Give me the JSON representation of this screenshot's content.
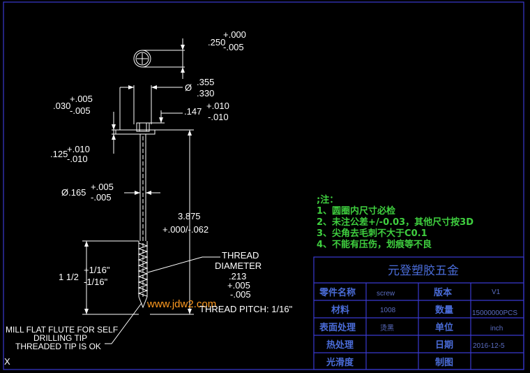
{
  "dimensions": {
    "head_dia_top": "+.000",
    "head_dia_base": ".250",
    "head_dia_bot": "-.005",
    "shank_dia_top": ".355",
    "shank_dia_bot": ".330",
    "shank_dia_sym": "Ø",
    "left_top_top": "+.005",
    "left_top_base": ".030",
    "left_top_bot": "-.005",
    "head_h_base": ".147",
    "head_h_top": "+.010",
    "head_h_bot": "-.010",
    "flange_base": ".125",
    "flange_top": "+.010",
    "flange_bot": "-.010",
    "body_dia_base": "Ø.165",
    "body_dia_top": "+.005",
    "body_dia_bot": "-.005",
    "length_base": "3.875",
    "length_tol": "+.000/-.062",
    "thread_len_base": "1 1/2",
    "thread_len_top": "+1/16\"",
    "thread_len_bot": "-1/16\"",
    "thread_l1": "THREAD",
    "thread_l2": "DIAMETER",
    "thread_l3": ".213",
    "thread_l4": "+.005",
    "thread_l5": "-.005",
    "pitch": "THREAD PITCH: 1/16\"",
    "tip_l1": "MILL FLAT FLUTE FOR SELF",
    "tip_l2": "DRILLING TIP",
    "tip_l3": "THREADED TIP IS OK"
  },
  "notes": {
    "title": ";注：",
    "items": [
      "1、圆圈内尺寸必检",
      "2、未注公差+/-0.03，其他尺寸按3D",
      "3、尖角去毛刺不大于C0.1",
      "4、不能有压伤，划痕等不良"
    ]
  },
  "title_block": {
    "company": "元登塑胶五金",
    "part_name_label": "零件名称",
    "part_name": "screw",
    "version_label": "版本",
    "version": "V1",
    "material_label": "材料",
    "material": "1008",
    "qty_label": "数量",
    "qty": "15000000PCS",
    "surface_label": "表面处理",
    "surface": "烫黑",
    "unit_label": "单位",
    "unit": "inch",
    "heat_label": "热处理",
    "heat": "",
    "date_label": "日期",
    "date": "2016-12-5",
    "finish_label": "光滑度",
    "finish": "",
    "drawn_label": "制图",
    "drawn": ""
  },
  "watermark": "www.jdw2.com",
  "ucs_mark": "X",
  "colors": {
    "background": "#000000",
    "lines": "#ffffff",
    "border": "#3a3ad0",
    "notes": "#3fcf3f",
    "title_block_text": "#4a6cd8",
    "watermark": "#ff9a1f"
  }
}
